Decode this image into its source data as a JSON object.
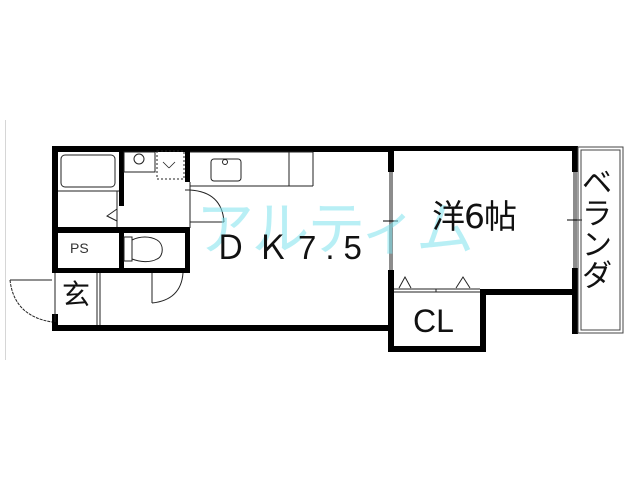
{
  "floor_plan": {
    "rooms": {
      "dining_kitchen": {
        "label": "ＤＫ7.5"
      },
      "western_room": {
        "label": "洋6帖"
      },
      "closet": {
        "label": "CL"
      },
      "pipe_space": {
        "label": "PS"
      },
      "entrance": {
        "label": "玄"
      },
      "veranda": {
        "label": "ベランダ"
      }
    },
    "watermark": {
      "text": "アルティム"
    },
    "colors": {
      "wall": "#000000",
      "window": "#8c8c8c",
      "watermark": "#7fe3ee",
      "background": "#ffffff"
    }
  }
}
